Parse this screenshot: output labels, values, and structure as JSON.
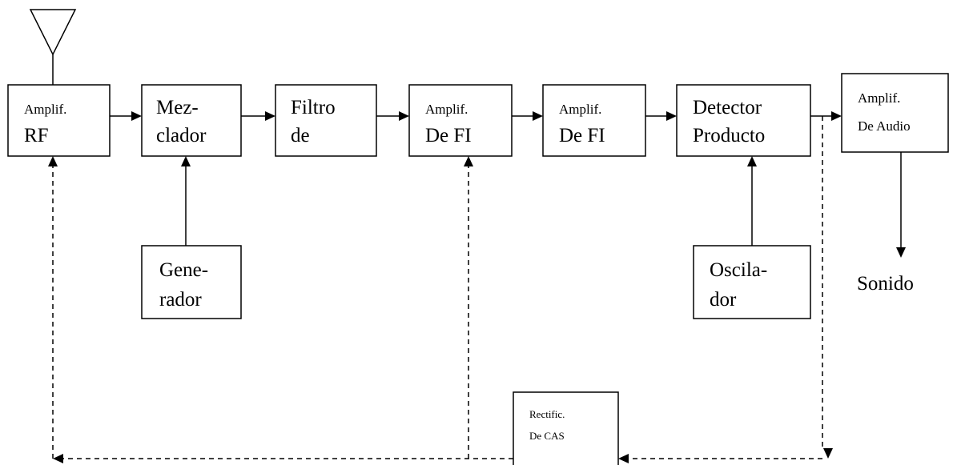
{
  "blocks": {
    "rf_amp": {
      "line1": "Amplif.",
      "line2": "RF"
    },
    "mixer": {
      "line1": "Mez-",
      "line2": "clador"
    },
    "filter": {
      "line1": "Filtro",
      "line2": "de"
    },
    "if_amp1": {
      "line1": "Amplif.",
      "line2": "De FI"
    },
    "if_amp2": {
      "line1": "Amplif.",
      "line2": "De FI"
    },
    "detector": {
      "line1": "Detector",
      "line2": "Producto"
    },
    "audio_amp": {
      "line1": "Amplif.",
      "line2": "De Audio"
    },
    "generator": {
      "line1": "Gene-",
      "line2": "rador"
    },
    "oscillator": {
      "line1": "Oscila-",
      "line2": "dor"
    },
    "agc_rectifier": {
      "line1": "Rectific.",
      "line2": "De CAS"
    }
  },
  "output_label": "Sonido"
}
